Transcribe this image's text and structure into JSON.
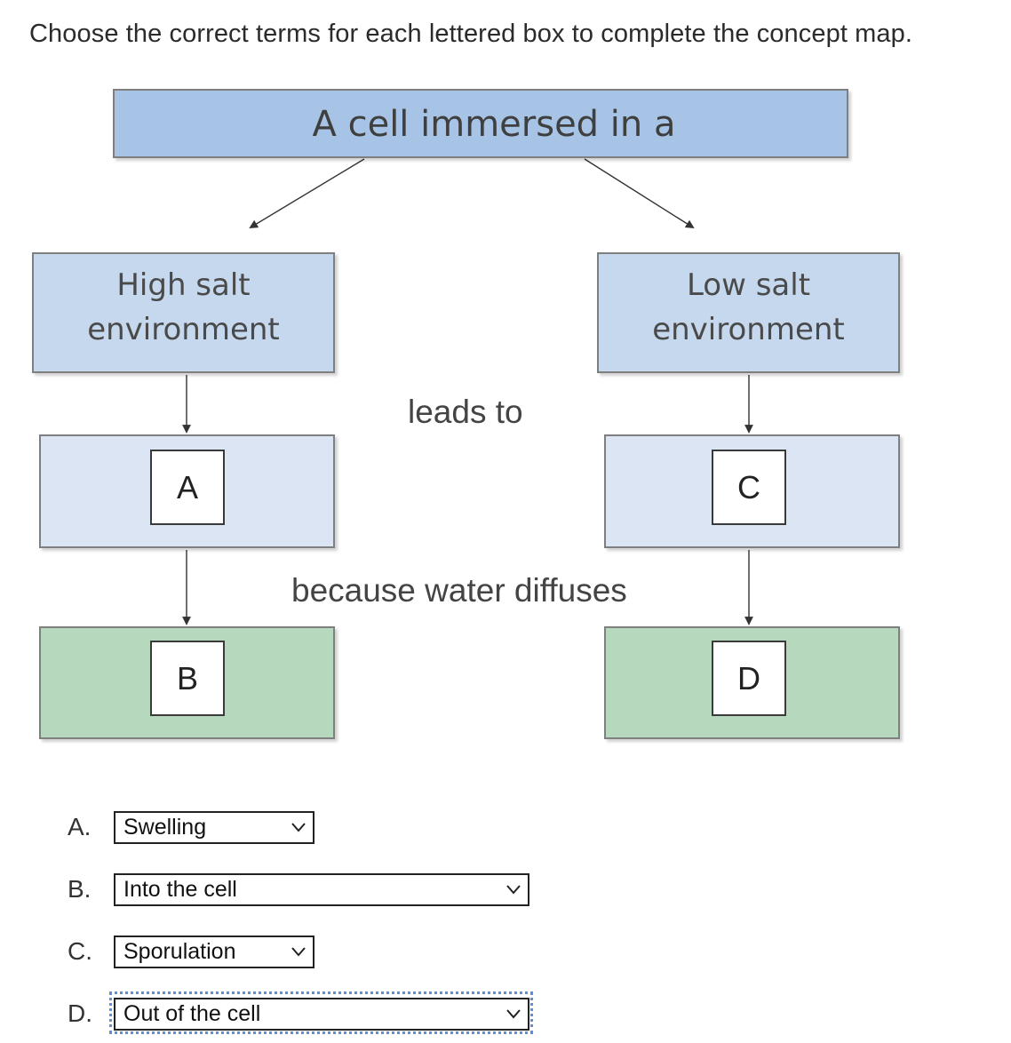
{
  "instruction": "Choose the correct terms for each lettered box to complete the concept map.",
  "concept_map": {
    "top": "A cell immersed in a",
    "left_env": "High salt\nenvironment",
    "right_env": "Low salt\nenvironment",
    "leads_to": "leads to",
    "because": "because water diffuses",
    "boxes": {
      "a": "A",
      "b": "B",
      "c": "C",
      "d": "D"
    }
  },
  "answers": [
    {
      "letter": "A.",
      "value": "Swelling"
    },
    {
      "letter": "B.",
      "value": "Into the cell"
    },
    {
      "letter": "C.",
      "value": "Sporulation"
    },
    {
      "letter": "D.",
      "value": "Out of the cell"
    }
  ],
  "colors": {
    "top_box": "#a7c4e6",
    "env_box": "#c5d8ee",
    "mid_box": "#dbe5f4",
    "bottom_box": "#b6d9bd",
    "focus": "#5b8fd6"
  }
}
